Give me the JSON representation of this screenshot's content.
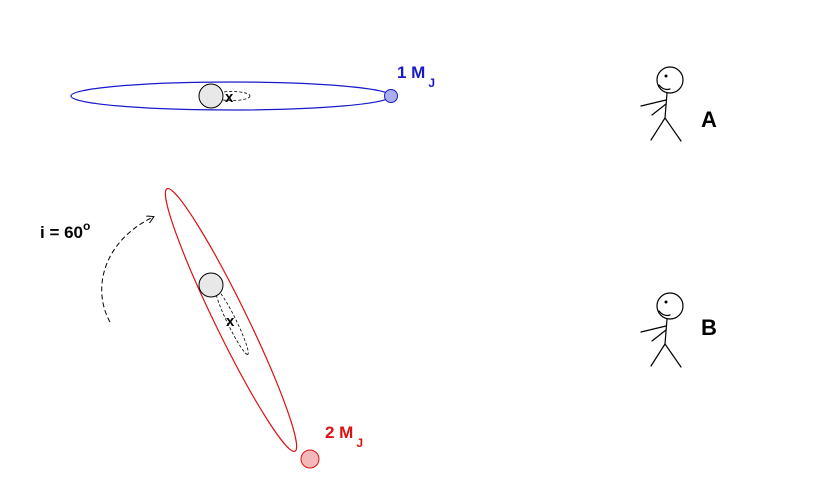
{
  "systems": {
    "top": {
      "planet_label": "1 M",
      "planet_subscript": "J",
      "barycenter_mark": "x",
      "orbit_color": "#1a1acc",
      "planet_fill": "#aab0ee"
    },
    "bottom": {
      "planet_label": "2 M",
      "planet_subscript": "J",
      "barycenter_mark": "x",
      "orbit_color": "#dd1111",
      "planet_fill": "#f4b8b8"
    }
  },
  "inclination": {
    "text": "i = 60",
    "superscript": "o"
  },
  "observers": {
    "a": {
      "label": "A",
      "icon": "stick-figure-icon"
    },
    "b": {
      "label": "B",
      "icon": "stick-figure-icon"
    }
  },
  "colors": {
    "star_fill": "#e8e8e8",
    "ink": "#000000"
  }
}
